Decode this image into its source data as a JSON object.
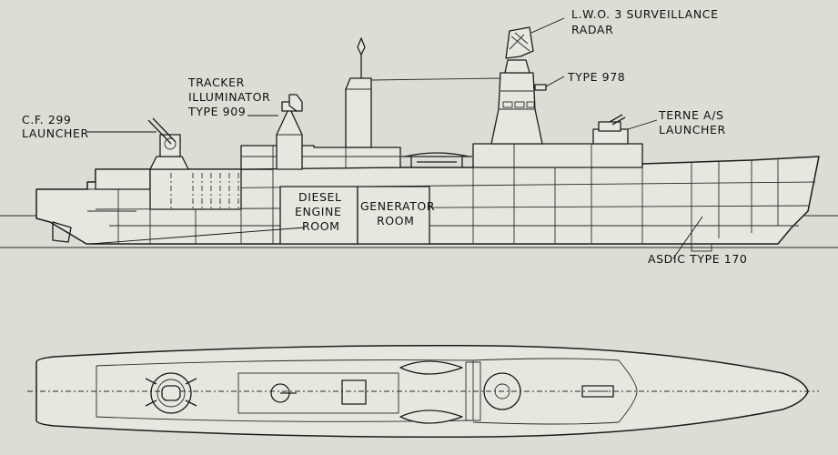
{
  "labels": {
    "cf299_line1": "C.F. 299",
    "cf299_line2": "LAUNCHER",
    "tracker_line1": "TRACKER",
    "tracker_line2": "ILLUMINATOR",
    "tracker_line3": "TYPE 909",
    "lwo3_line1": "L.W.O. 3 SURVEILLANCE",
    "lwo3_line2": "RADAR",
    "type978": "TYPE 978",
    "terne_line1": "TERNE A/S",
    "terne_line2": "LAUNCHER",
    "diesel_line1": "DIESEL",
    "diesel_line2": "ENGINE",
    "diesel_line3": "ROOM",
    "generator_line1": "GENERATOR",
    "generator_line2": "ROOM",
    "asdic": "ASDIC TYPE 170"
  },
  "colors": {
    "paper": "#dcddd4",
    "ink": "#1c1c1c"
  }
}
